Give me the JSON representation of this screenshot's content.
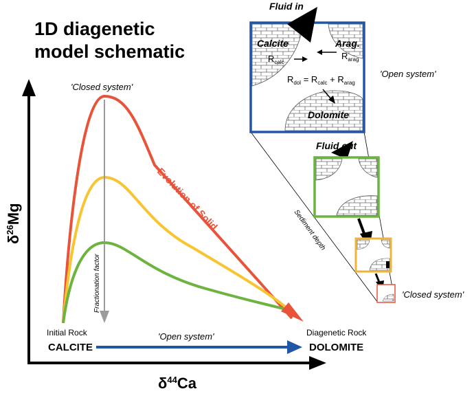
{
  "title": {
    "line1": "1D diagenetic",
    "line2": "model schematic"
  },
  "axes": {
    "y_label_base": "δ",
    "y_label_sup": "26",
    "y_label_elem": "Mg",
    "x_label_base": "δ",
    "x_label_sup": "44",
    "x_label_elem": "Ca"
  },
  "labels": {
    "closed_system_top": "'Closed system'",
    "fractionation_factor": "Fractionation factor",
    "evolution_of_solid": "Evolution of Solid",
    "initial_rock": "Initial Rock",
    "calcite": "CALCITE",
    "open_system_bottom": "'Open system'",
    "diagenetic_rock": "Diagenetic Rock",
    "dolomite": "DOLOMITE",
    "sediment_depth": "Sediment depth"
  },
  "inset": {
    "fluid_in": "Fluid in",
    "fluid_out": "Fluid out",
    "calcite": "Calcite",
    "aragonite": "Arag.",
    "r_calc_base": "R",
    "r_calc_sub": "calc",
    "r_arag_base": "R",
    "r_arag_sub": "arag",
    "r_dol_base": "R",
    "r_dol_sub": "dol",
    "eq": " = ",
    "plus": " + ",
    "dolomite": "Dolomite",
    "open_system": "'Open system'",
    "closed_system": "'Closed system'"
  },
  "colors": {
    "red": "#e8533a",
    "yellow": "#f7c531",
    "green": "#6cb33f",
    "blue": "#2156a6",
    "gray": "#9b9b9b",
    "orange_box": "#f0b43c"
  }
}
